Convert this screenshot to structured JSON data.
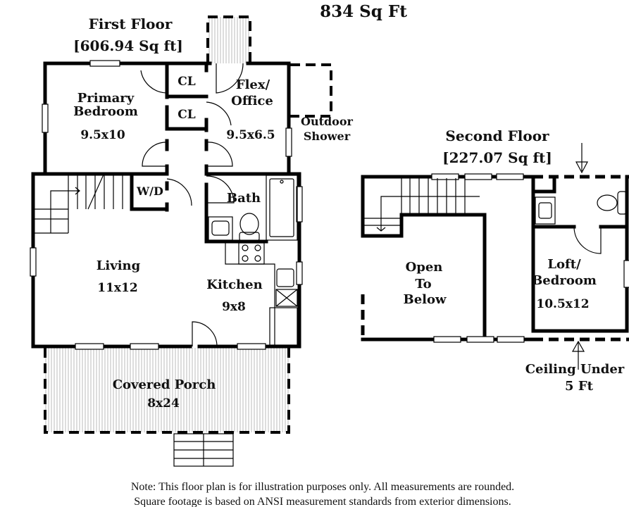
{
  "total_area": "834 Sq Ft",
  "first_floor": {
    "title": "First Floor",
    "area": "[606.94 Sq ft]",
    "rooms": {
      "primary_bedroom": {
        "name1": "Primary",
        "name2": "Bedroom",
        "size": "9.5x10"
      },
      "closet1": {
        "name": "CL"
      },
      "closet2": {
        "name": "CL"
      },
      "flex_office": {
        "name1": "Flex/",
        "name2": "Office",
        "size": "9.5x6.5"
      },
      "outdoor_shower": {
        "name1": "Outdoor",
        "name2": "Shower"
      },
      "washer_dryer": {
        "name": "W/D"
      },
      "bath": {
        "name": "Bath"
      },
      "living": {
        "name": "Living",
        "size": "11x12"
      },
      "kitchen": {
        "name": "Kitchen",
        "size": "9x8"
      },
      "covered_porch": {
        "name": "Covered Porch",
        "size": "8x24"
      }
    }
  },
  "second_floor": {
    "title": "Second Floor",
    "area": "[227.07 Sq ft]",
    "rooms": {
      "open_to_below": {
        "name1": "Open",
        "name2": "To",
        "name3": "Below"
      },
      "loft_bedroom": {
        "name1": "Loft/",
        "name2": "Bedroom",
        "size": "10.5x12"
      }
    },
    "ceiling_note1": "Ceiling Under",
    "ceiling_note2": "5 Ft"
  },
  "footer": {
    "line1": "Note: This floor plan is for illustration purposes only. All measurements are rounded.",
    "line2": "Square footage is based on ANSI measurement standards from exterior dimensions."
  }
}
